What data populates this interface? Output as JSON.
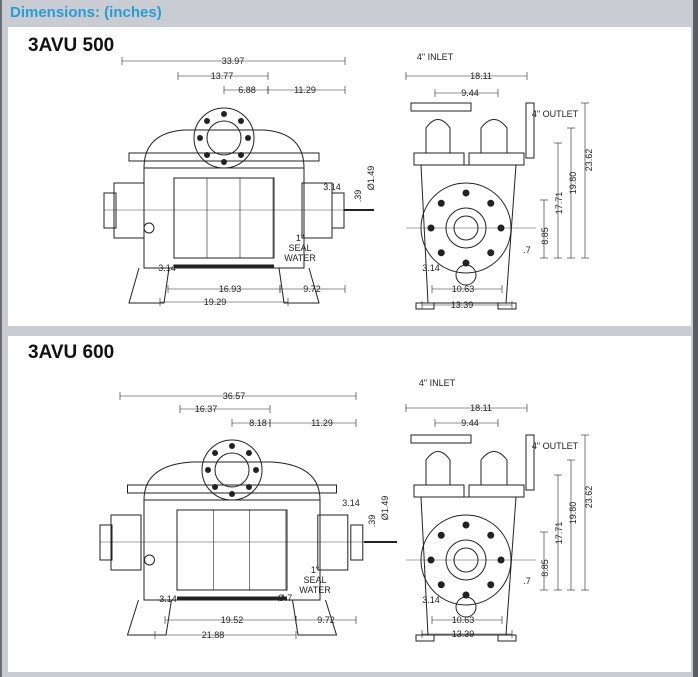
{
  "header": {
    "title": "Dimensions: (inches)"
  },
  "colors": {
    "header_text": "#2a9bd3",
    "background": "#c9ccd3",
    "panel": "#ffffff",
    "line": "#222222"
  },
  "sections": [
    {
      "model": "3AVU 500",
      "front_view": {
        "overall_length": "33.97",
        "casing_width": "13.77",
        "inlet_offset": "6.88",
        "shaft_side": "11.29",
        "shaft_length": "3.14",
        "key": ".39",
        "shaft_dia": "Ø1.49",
        "seal_water": [
          "1\"",
          "SEAL",
          "WATER"
        ],
        "foot_width": "3.14",
        "foot_centers": "16.93",
        "foot_to_shaft": "9.72",
        "base_length": "19.29"
      },
      "side_view": {
        "inlet": "4\" INLET",
        "outlet": "4\" OUTLET",
        "flange_span": "18.11",
        "port_centers": "9.44",
        "overall_height": "23.62",
        "outlet_height": "19.80",
        "inlet_height": "17.71",
        "shaft_height": "8.85",
        "foot_thickness": ".7",
        "foot_width": "3.14",
        "bolt_centers": "10.63",
        "base_width": "13.39"
      }
    },
    {
      "model": "3AVU 600",
      "front_view": {
        "overall_length": "36.57",
        "casing_width": "16.37",
        "inlet_offset": "8.18",
        "shaft_side": "11.29",
        "shaft_length": "3.14",
        "key": ".39",
        "shaft_dia": "Ø1.49",
        "seal_water": [
          "1\"",
          "SEAL",
          "WATER"
        ],
        "drain": "Ø.7",
        "foot_width": "3.14",
        "foot_centers": "19.52",
        "foot_to_shaft": "9.72",
        "base_length": "21.88"
      },
      "side_view": {
        "inlet": "4\" INLET",
        "outlet": "4\" OUTLET",
        "flange_span": "18.11",
        "port_centers": "9.44",
        "overall_height": "23.62",
        "outlet_height": "19.80",
        "inlet_height": "17.71",
        "shaft_height": "8.85",
        "foot_thickness": ".7",
        "foot_width": "3.14",
        "bolt_centers": "10.63",
        "base_width": "13.39"
      }
    }
  ]
}
